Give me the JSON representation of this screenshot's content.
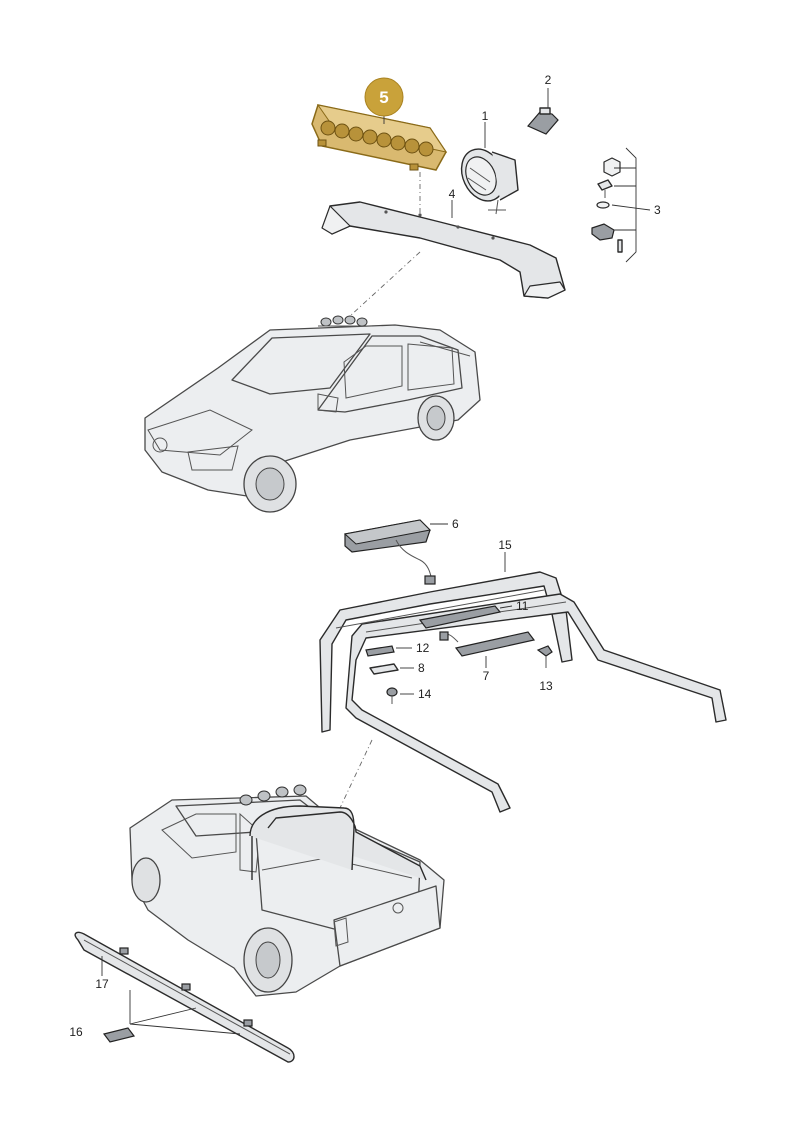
{
  "highlight": {
    "label": "5",
    "color": "#c9a23a"
  },
  "callouts": {
    "c1": "1",
    "c2": "2",
    "c3": "3",
    "c4": "4",
    "c6": "6",
    "c7": "7",
    "c8": "8",
    "c11": "11",
    "c12": "12",
    "c13": "13",
    "c14": "14",
    "c15": "15",
    "c16": "16",
    "c17": "17"
  },
  "colors": {
    "line": "#2b2b2b",
    "part_fill": "#e4e6e8",
    "highlight_fill": "#d9b970"
  }
}
